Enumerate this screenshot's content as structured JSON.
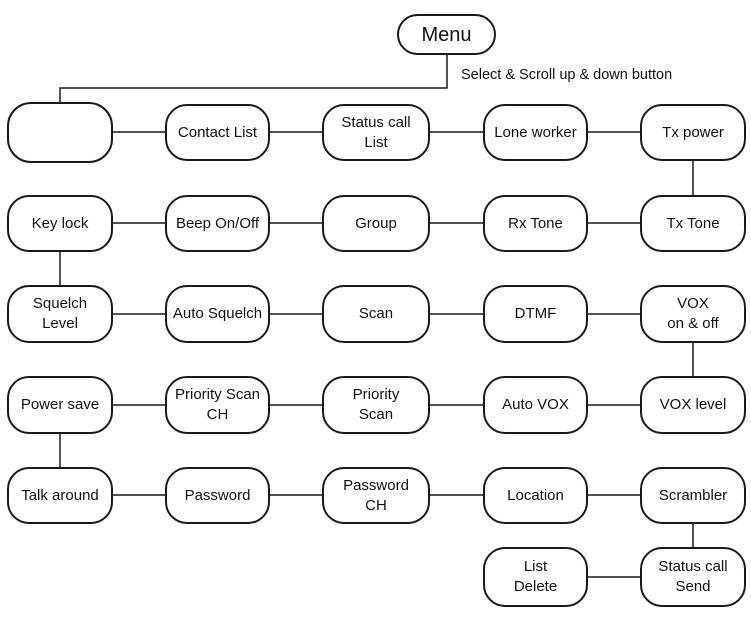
{
  "menu": {
    "label": "Menu",
    "caption": "Select & Scroll up & down button"
  },
  "nodes": {
    "blank": "",
    "contact_list": "Contact List",
    "status_call_list": "Status call\nList",
    "lone_worker": "Lone worker",
    "tx_power": "Tx power",
    "key_lock": "Key lock",
    "beep_on_off": "Beep On/Off",
    "group": "Group",
    "rx_tone": "Rx Tone",
    "tx_tone": "Tx Tone",
    "squelch_level": "Squelch\nLevel",
    "auto_squelch": "Auto Squelch",
    "scan": "Scan",
    "dtmf": "DTMF",
    "vox_on_off": "VOX\non & off",
    "power_save": "Power save",
    "priority_scan_ch": "Priority Scan\nCH",
    "priority_scan": "Priority\nScan",
    "auto_vox": "Auto VOX",
    "vox_level": "VOX level",
    "talk_around": "Talk around",
    "password": "Password",
    "password_ch": "Password\nCH",
    "location": "Location",
    "scrambler": "Scrambler",
    "list_delete": "List\nDelete",
    "status_call_send": "Status call\nSend"
  },
  "colors": {
    "stroke": "#1a1a1a",
    "background": "#ffffff"
  }
}
